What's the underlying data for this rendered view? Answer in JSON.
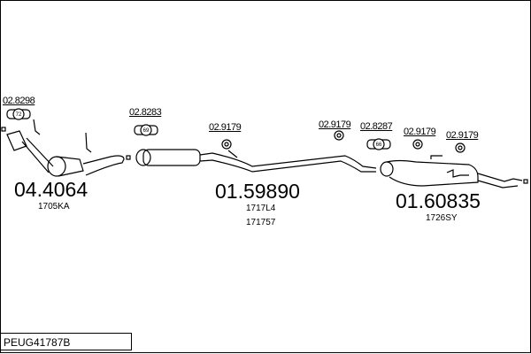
{
  "parts": [
    {
      "number": "04.4064",
      "sub": [
        "1705KA"
      ]
    },
    {
      "number": "01.59890",
      "sub": [
        "1717L4",
        "171757"
      ]
    },
    {
      "number": "01.60835",
      "sub": [
        "1726SY"
      ]
    }
  ],
  "accessories": [
    {
      "ref": "02.8298",
      "clamp_label": "72"
    },
    {
      "ref": "02.8283",
      "clamp_label": "69"
    },
    {
      "ref": "02.9179"
    },
    {
      "ref": "02.9179"
    },
    {
      "ref": "02.8287",
      "clamp_label": "66"
    },
    {
      "ref": "02.9179"
    },
    {
      "ref": "02.9179"
    }
  ],
  "footer": {
    "code": "PEUG41787B"
  }
}
